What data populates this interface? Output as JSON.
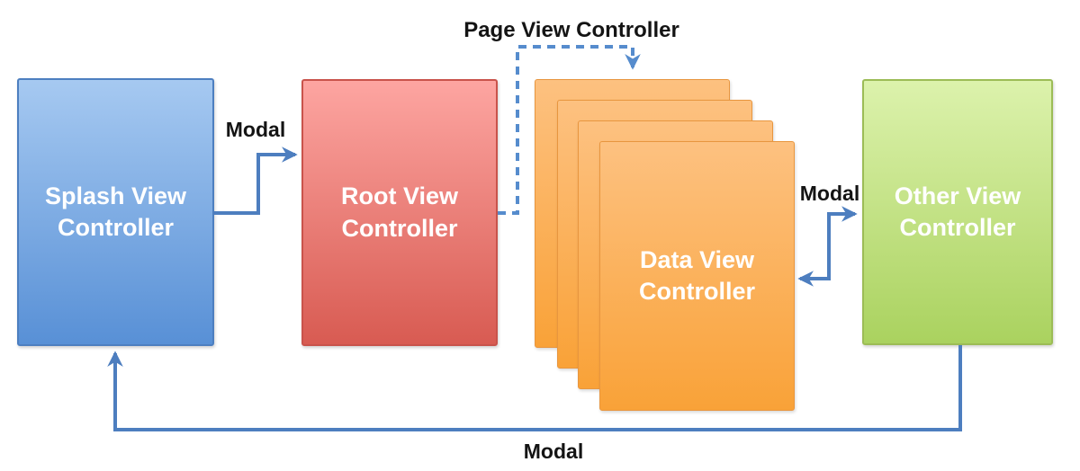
{
  "diagram": {
    "type": "flowchart",
    "nodes": [
      {
        "id": "splash",
        "label": "Splash View Controller",
        "color_top": "#a6c9f1",
        "color_bottom": "#5890d6",
        "border": "#4d7fc0"
      },
      {
        "id": "root",
        "label": "Root View Controller",
        "color_top": "#fda5a1",
        "color_bottom": "#d85b52",
        "border": "#c9534b"
      },
      {
        "id": "data",
        "label": "Data View Controller",
        "color_top": "#fdc180",
        "color_bottom": "#f9a238",
        "border": "#e8963f",
        "stacked_cards": 4
      },
      {
        "id": "other",
        "label": "Other View Controller",
        "color_top": "#dcf2ac",
        "color_bottom": "#aad25f",
        "border": "#9cbc56"
      }
    ],
    "edges": [
      {
        "from": "splash",
        "to": "root",
        "label": "Modal",
        "style": "solid",
        "bidirectional": false
      },
      {
        "from": "root",
        "to": "data",
        "label": "Page View Controller",
        "style": "dashed",
        "bidirectional": false
      },
      {
        "from": "data",
        "to": "other",
        "label": "Modal",
        "style": "solid",
        "bidirectional": true
      },
      {
        "from": "other",
        "to": "splash",
        "label": "Modal",
        "style": "solid",
        "bidirectional": false
      }
    ],
    "palette": {
      "arrow": "#4d7ebf",
      "dashed_arrow": "#568ccd",
      "label_text": "#141414",
      "background": "#ffffff"
    }
  }
}
